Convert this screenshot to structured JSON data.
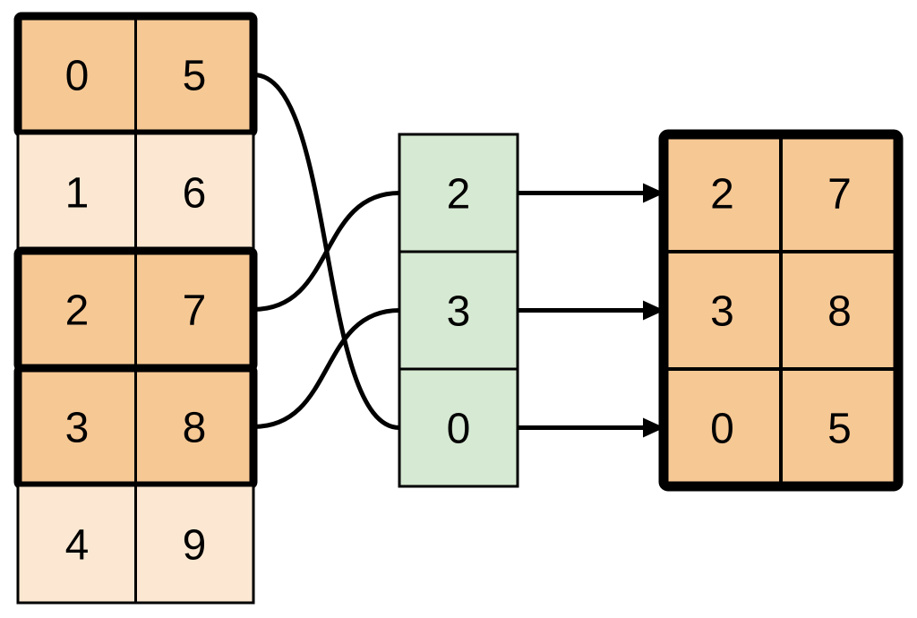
{
  "colors": {
    "highlight_fill": "#F6C894",
    "muted_fill": "#FCE8D2",
    "index_fill": "#D6E9D2",
    "stroke": "#000000",
    "background": "#FFFFFF"
  },
  "source_table": {
    "rows": [
      {
        "cells": [
          "0",
          "5"
        ],
        "highlighted": true
      },
      {
        "cells": [
          "1",
          "6"
        ],
        "highlighted": false
      },
      {
        "cells": [
          "2",
          "7"
        ],
        "highlighted": true
      },
      {
        "cells": [
          "3",
          "8"
        ],
        "highlighted": true
      },
      {
        "cells": [
          "4",
          "9"
        ],
        "highlighted": false
      }
    ]
  },
  "index_column": {
    "values": [
      "2",
      "3",
      "0"
    ]
  },
  "result_table": {
    "rows": [
      [
        "2",
        "7"
      ],
      [
        "3",
        "8"
      ],
      [
        "0",
        "5"
      ]
    ]
  },
  "connections": {
    "curves": [
      {
        "from": "source-row-2",
        "to": "index-cell-0"
      },
      {
        "from": "source-row-3",
        "to": "index-cell-1"
      },
      {
        "from": "source-row-0",
        "to": "index-cell-2"
      }
    ],
    "arrows": [
      {
        "from": "index-cell-0",
        "to": "result-row-0"
      },
      {
        "from": "index-cell-1",
        "to": "result-row-1"
      },
      {
        "from": "index-cell-2",
        "to": "result-row-2"
      }
    ]
  }
}
